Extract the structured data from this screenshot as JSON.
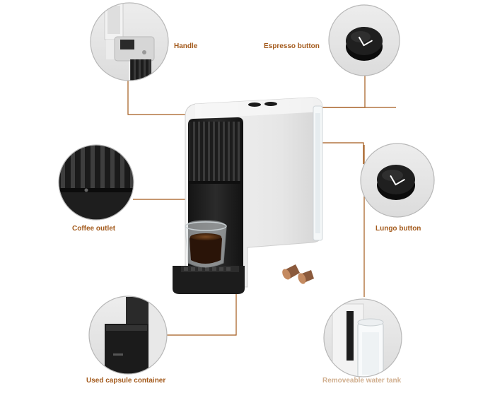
{
  "labels": {
    "handle": "Handle",
    "espresso_button": "Espresso  button",
    "coffee_outlet": "Coffee outlet",
    "lungo_button": "Lungo button",
    "used_capsule_container": "Used capsule container",
    "removable_water_tank": "Removeable water tank"
  },
  "colors": {
    "leader_line": "#a35a1c",
    "label_text": "#a35a1c",
    "machine_body": "#e9e9e9",
    "machine_front": "#1e1e1e"
  },
  "icons": [
    "power-button-icon"
  ]
}
